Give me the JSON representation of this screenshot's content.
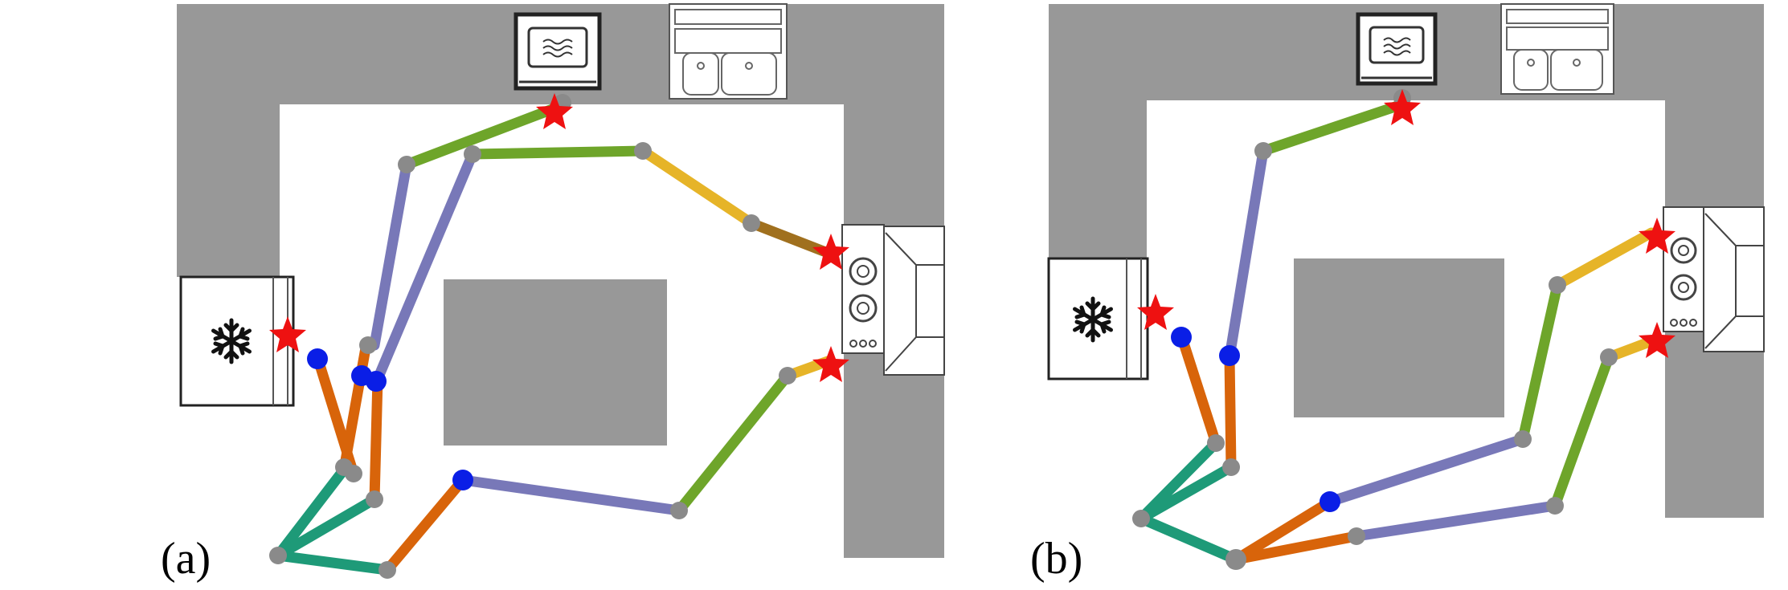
{
  "panels": [
    {
      "label": "(a)"
    },
    {
      "label": "(b)"
    }
  ],
  "colors": {
    "counter": "#989898",
    "floor": "#ffffff",
    "node": "#8a8a8a",
    "waypoint": "#0a1ee6",
    "goal_star": "#ee1111",
    "segment_green": "#6ea52a",
    "segment_purple": "#7878b8",
    "segment_orange": "#d8640a",
    "segment_teal": "#1e9a78",
    "segment_yellow": "#e6b428",
    "segment_brown": "#a0701e"
  },
  "icons": [
    "fridge-icon",
    "snowflake-icon",
    "microwave-icon",
    "sink-icon",
    "stove-icon",
    "range-hood-icon",
    "island-counter"
  ]
}
